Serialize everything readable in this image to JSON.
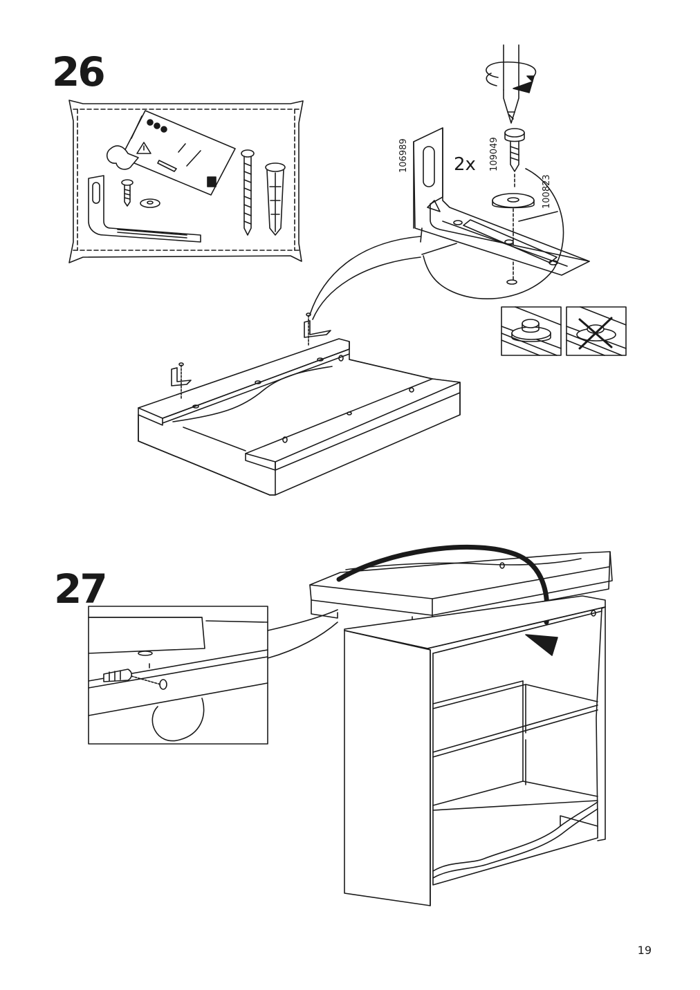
{
  "steps": [
    {
      "number": "26",
      "quantity": "2x",
      "part_numbers": [
        "106989",
        "109049",
        "100823"
      ]
    },
    {
      "number": "27"
    }
  ],
  "page_number": "19",
  "icons": [
    "screwdriver-icon",
    "rotation-arrow-icon",
    "wall-bracket-icon",
    "screw-icon",
    "washer-icon",
    "warning-icon",
    "correct-check-icon",
    "incorrect-cross-icon",
    "curved-arrow-icon"
  ]
}
